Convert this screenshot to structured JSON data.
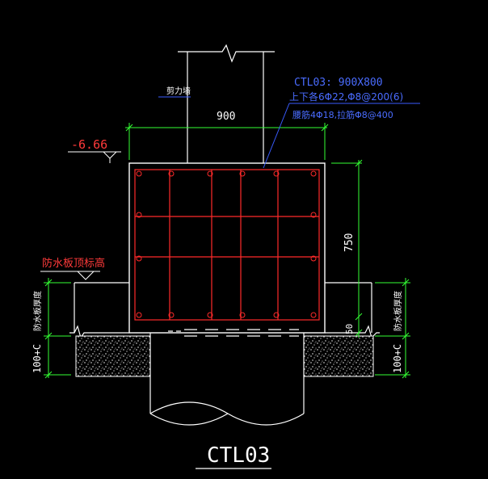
{
  "colors": {
    "background": "#000000",
    "outline": "#ffffff",
    "rebar": "#ff2a2a",
    "dimension": "#33ff33",
    "leader": "#3a5cff",
    "text_white": "#ffffff",
    "text_red": "#ff3a3a",
    "text_blue": "#4a6cff"
  },
  "labels": {
    "shear_wall": "剪力墙",
    "beam_spec_line1": "CTL03: 900X800",
    "beam_spec_line2": "上下各6Φ22,Φ8@200(6)",
    "beam_spec_line3": "腰筋4Φ18,拉筋Φ8@400",
    "elevation": "-6.66",
    "waterproof_top": "防水板顶标高",
    "slab_thickness_left": "防水板厚度",
    "slab_thickness_right": "防水板厚度",
    "cushion_left": "100+C",
    "cushion_right": "100+C",
    "dim_width": "900",
    "dim_height": "750",
    "dim_bottom": "50",
    "title": "CTL03"
  }
}
